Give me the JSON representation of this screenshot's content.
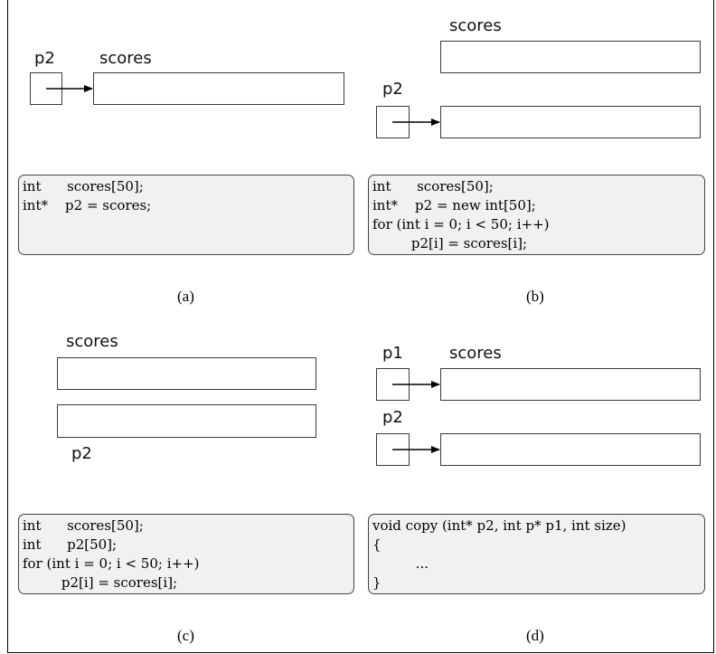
{
  "panels": {
    "a": {
      "caption": "(a)",
      "labels": {
        "p2": "p2",
        "scores": "scores"
      },
      "code": [
        "int      scores[50];",
        "int*    p2 = scores;"
      ]
    },
    "b": {
      "caption": "(b)",
      "labels": {
        "scores": "scores",
        "p2": "p2"
      },
      "code": [
        "int      scores[50];",
        "int*    p2 = new int[50];",
        "for (int i = 0; i < 50; i++)",
        "         p2[i] = scores[i];"
      ]
    },
    "c": {
      "caption": "(c)",
      "labels": {
        "scores": "scores",
        "p2": "p2"
      },
      "code": [
        "int      scores[50];",
        "int      p2[50];",
        "for (int i = 0; i < 50; i++)",
        "         p2[i] = scores[i];"
      ]
    },
    "d": {
      "caption": "(d)",
      "labels": {
        "p1": "p1",
        "scores": "scores",
        "p2": "p2"
      },
      "code": [
        "void copy (int* p2, int p* p1, int size)",
        "{",
        "          ...",
        "}"
      ]
    }
  }
}
